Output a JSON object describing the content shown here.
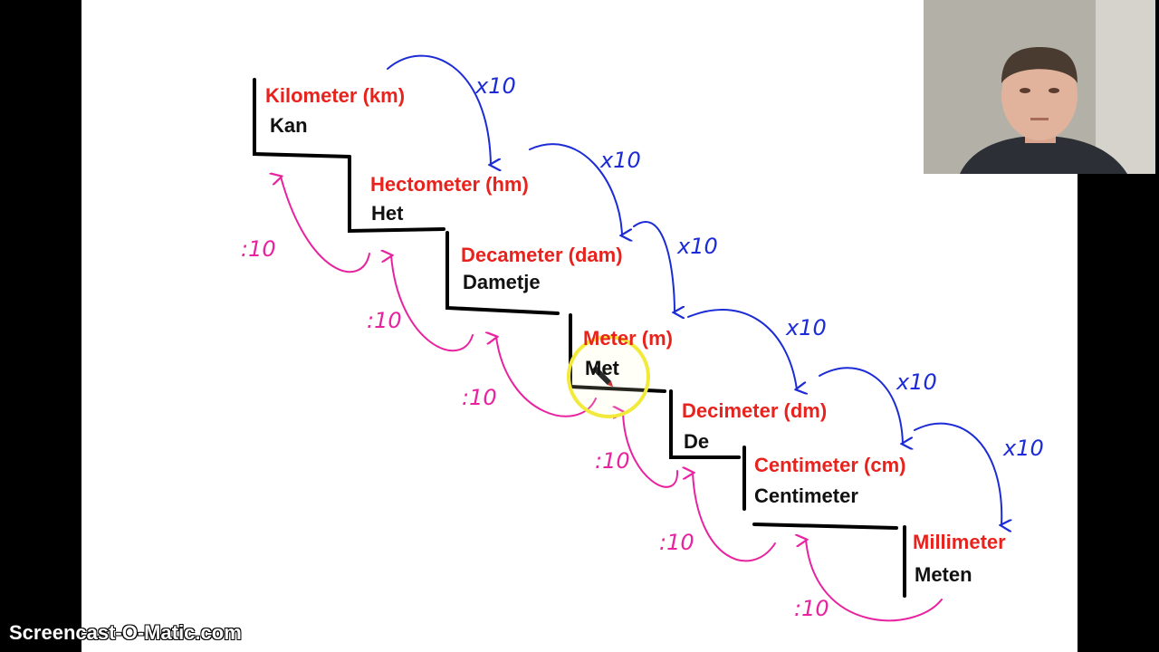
{
  "steps": [
    {
      "name": "Kilometer (km)",
      "mnemonic": "Kan"
    },
    {
      "name": "Hectometer (hm)",
      "mnemonic": "Het"
    },
    {
      "name": "Decameter (dam)",
      "mnemonic": "Dametje"
    },
    {
      "name": "Meter (m)",
      "mnemonic": "Met"
    },
    {
      "name": "Decimeter (dm)",
      "mnemonic": "De"
    },
    {
      "name": "Centimeter (cm)",
      "mnemonic": "Centimeter"
    },
    {
      "name": "Millimeter",
      "mnemonic": "Meten"
    }
  ],
  "down_label": "x10",
  "up_label": ":10",
  "colors": {
    "unit_name": "#e8231d",
    "multiply_arrow": "#1c2bd6",
    "divide_arrow": "#e8239f",
    "stairs": "#000000",
    "highlight": "#f2ea3a"
  },
  "webcam": {
    "icon": "presenter-webcam"
  },
  "watermark": "Screencast-O-Matic.com"
}
